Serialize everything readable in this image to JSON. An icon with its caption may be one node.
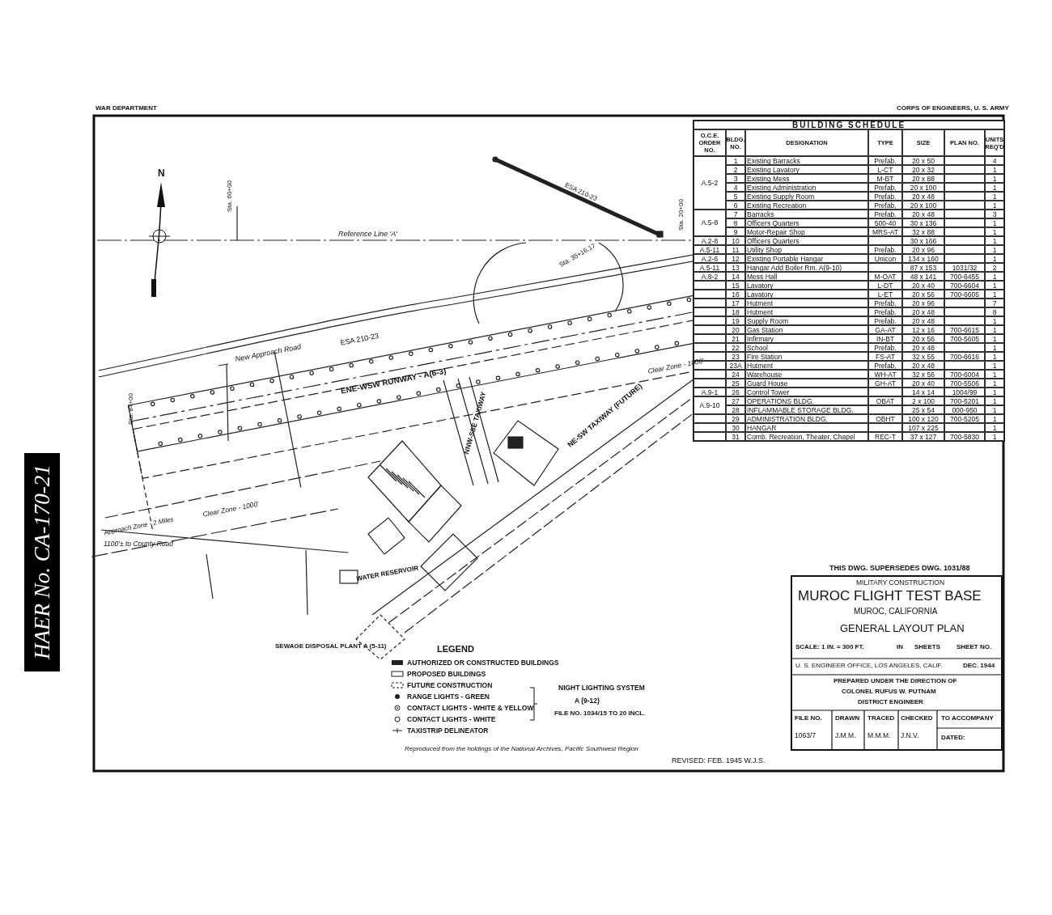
{
  "diagram": {
    "labels": [
      "WAR DEPARTMENT",
      "CORPS OF ENGINEERS, U. S. ARMY",
      "BUILDING SCHEDULE",
      "O.C.E. ORDER NO.",
      "BLDG. NO.",
      "DESIGNATION",
      "TYPE",
      "SIZE",
      "PLAN NO.",
      "UNITS REQ'D",
      "A.5-2",
      "1",
      "Existing Barracks",
      "Prefab.",
      "20 x 50",
      "4",
      "2",
      "Existing Lavatory",
      "L-CT",
      "20 x 32",
      "1",
      "3",
      "Existing Mess",
      "M-BT",
      "20 x 88",
      "1",
      "4",
      "Existing Administration",
      "Prefab.",
      "20 x 100",
      "1",
      "5",
      "Existing Supply Room",
      "Prefab.",
      "20 x 48",
      "1",
      "6",
      "Existing Recreation",
      "Prefab.",
      "20 x 100",
      "1",
      "A.5-8",
      "7",
      "Barracks",
      "Prefab.",
      "20 x 48",
      "3",
      "8",
      "Officers Quarters",
      "500-40",
      "30 x 136",
      "1",
      "9",
      "Motor-Repair Shop",
      "MRS-AT",
      "32 x 88",
      "1",
      "A.2-8",
      "10",
      "Officers Quarters",
      "30 x 166",
      "1",
      "A.5-11",
      "11",
      "Utility Shop",
      "Prefab.",
      "20 x 96",
      "1",
      "A.2-6",
      "12",
      "Existing Portable Hangar",
      "Unicon",
      "134 x 160",
      "1",
      "A.5-11",
      "13",
      "Hangar Add Boiler Rm. A(9-10)",
      "87 x 153",
      "1031/32",
      "2",
      "A.8-2",
      "14",
      "Mess Hall",
      "M-OAT",
      "48 x 141",
      "700-6455",
      "1",
      "15",
      "Lavatory",
      "L-DT",
      "20 x 40",
      "700-6604",
      "1",
      "16",
      "Lavatory",
      "L-ET",
      "20 x 56",
      "700-6605",
      "1",
      "17",
      "Hutment",
      "Prefab.",
      "20 x 96",
      "7",
      "18",
      "Hutment",
      "Prefab.",
      "20 x 48",
      "8",
      "19",
      "Supply Room",
      "Prefab.",
      "20 x 48",
      "1",
      "20",
      "Gas Station",
      "GA-AT",
      "12 x 16",
      "700-6615",
      "1",
      "21",
      "Infirmary",
      "IN-BT",
      "20 x 56",
      "700-5605",
      "1",
      "22",
      "School",
      "Prefab.",
      "20 x 48",
      "1",
      "23",
      "Fire Station",
      "FS-AT",
      "32 x 55",
      "700-6616",
      "1",
      "23A",
      "Hutment",
      "Prefab.",
      "20 x 48",
      "1",
      "24",
      "Warehouse",
      "WH-AT",
      "32 x 56",
      "700-6004",
      "1",
      "25",
      "Guard House",
      "GH-AT",
      "20 x 40",
      "700-5506",
      "1",
      "A.9-1",
      "26",
      "Control Tower",
      "14 x 14",
      "1004/99",
      "1",
      "A.9-10",
      "27",
      "OPERATIONS BLDG.",
      "OBAT",
      "2 x 100",
      "700-5201",
      "1",
      "28",
      "INFLAMMABLE STORAGE BLDG.",
      "25 x 54",
      "000-950",
      "1",
      "29",
      "ADMINISTRATION BLDG.",
      "OBHT",
      "100 x 120",
      "700-5205",
      "1",
      "30",
      "HANGAR",
      "107 x 225",
      "1",
      "31",
      "Comb. Recreation, Theater, Chapel",
      "REC-T",
      "37 x 127",
      "700-5830",
      "1",
      "N",
      "Sta. 60+00",
      "Reference Line 'A'",
      "ESA 210-23",
      "New Approach Road",
      "ESA 210-23",
      "Sta. 20+00",
      "Sta. 35+16.17",
      "Sta. 84+00",
      "ENE-WSW RUNWAY - A(6-3)",
      "NNW-SSE TAXIWAY",
      "Clear Zone - 1000'",
      "NE-SW TAXIWAY (FUTURE)",
      "Clear Zone - 1000'",
      "Approach Zone - 2 Miles",
      "1100'± to County Road",
      "WATER RESERVOIR",
      "SEWAGE DISPOSAL PLANT A (5-11)",
      "LEGEND",
      "NIGHT LIGHTING SYSTEM",
      "A (9-12)",
      "FILE NO. 1034/15 TO 20 INCL.",
      "Reproduced from the holdings of the National Archives, Pacific Southwest Region",
      "REVISED: FEB. 1945 W.J.S.",
      "THIS DWG. SUPERSEDES DWG. 1031/88",
      "MILITARY CONSTRUCTION",
      "MUROC FLIGHT TEST BASE",
      "MUROC, CALIFORNIA",
      "GENERAL LAYOUT PLAN",
      "SCALE: 1 IN. = 300 FT.",
      "IN",
      "SHEETS",
      "SHEET NO.",
      "U. S. ENGINEER OFFICE, LOS ANGELES, CALIF.",
      "DEC. 1944",
      "PREPARED UNDER THE DIRECTION OF",
      "COLONEL RUFUS W. PUTNAM",
      "DISTRICT ENGINEER",
      "FILE NO.",
      "1063/7",
      "DRAWN",
      "J.M.M.",
      "TRACED",
      "M.M.M.",
      "CHECKED",
      "J.N.V.",
      "TO ACCOMPANY",
      "DATED:",
      "HAER No. CA-170-21"
    ],
    "legend": [
      {
        "text": "AUTHORIZED OR CONSTRUCTED BUILDINGS"
      },
      {
        "text": "PROPOSED BUILDINGS"
      },
      {
        "text": "FUTURE CONSTRUCTION"
      },
      {
        "text": "RANGE LIGHTS - GREEN"
      },
      {
        "text": "CONTACT LIGHTS - WHITE & YELLOW"
      },
      {
        "text": "CONTACT LIGHTS - WHITE"
      },
      {
        "text": "TAXISTRIP DELINEATOR"
      }
    ]
  }
}
